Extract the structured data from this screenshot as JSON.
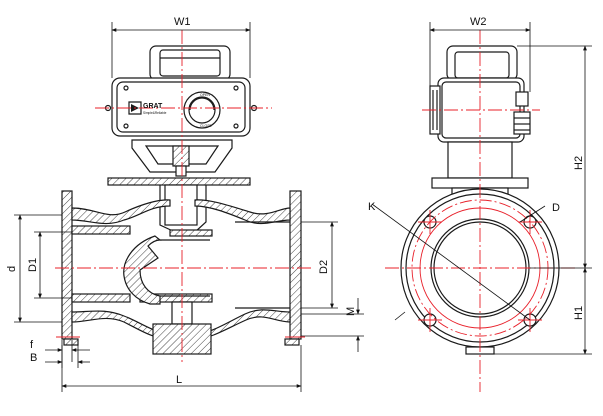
{
  "dimensions": {
    "w1": "W1",
    "w2": "W2",
    "h1": "H1",
    "h2": "H2",
    "d": "d",
    "d1": "D1",
    "d2": "D2",
    "m": "M",
    "f": "f",
    "b": "B",
    "l": "L",
    "k": "K",
    "d_bolt": "D"
  },
  "actuator": {
    "brand": "GRAT",
    "tagline": "Simple&Reliable",
    "dial_open": "OPEN",
    "dial_close": "CLOSE"
  },
  "colors": {
    "centerline": "#e8202a",
    "outline": "#1a1a1a",
    "hatch": "#555555"
  }
}
